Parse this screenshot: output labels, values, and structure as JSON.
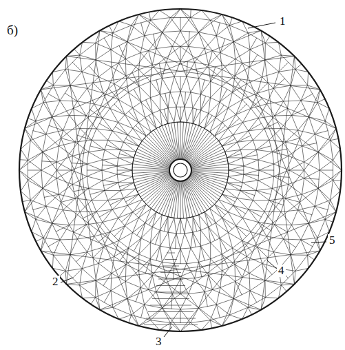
{
  "diagram": {
    "labels": [
      "б)",
      "1",
      "2",
      "3",
      "4",
      "5"
    ]
  }
}
